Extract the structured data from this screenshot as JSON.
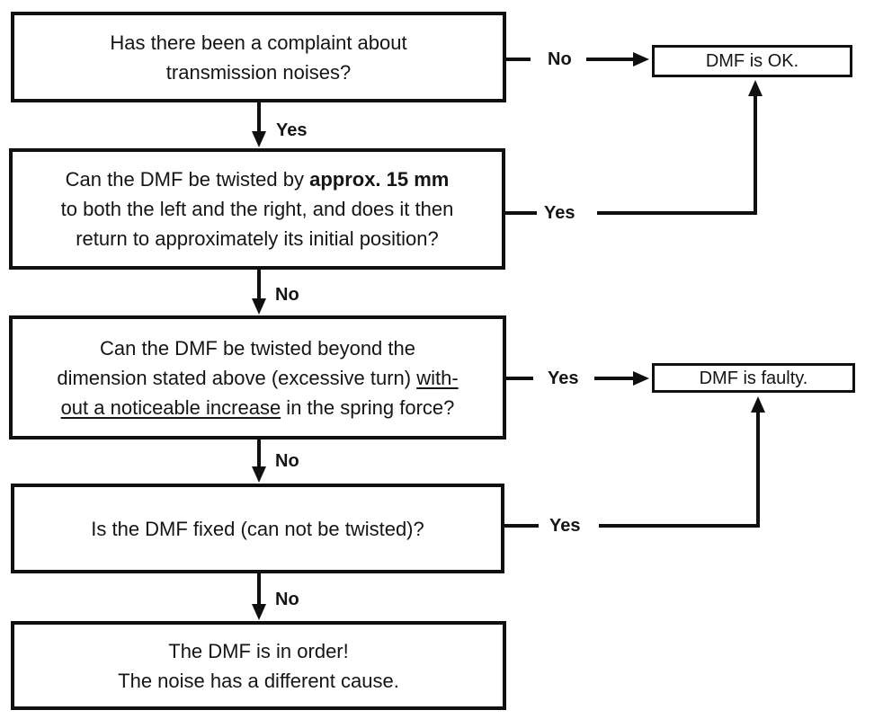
{
  "flowchart": {
    "boxes": {
      "q1": {
        "line1": "Has there been a complaint about",
        "line2": "transmission noises?"
      },
      "q2": {
        "line1_normal": "Can the DMF be twisted by ",
        "line1_bold": "approx. 15 mm",
        "line2": "to both the left and the right, and does it then",
        "line3": "return to approximately its initial position?"
      },
      "q3": {
        "line1": "Can the DMF be twisted beyond the",
        "line2_normal": "dimension stated above (excessive turn) ",
        "line2_underlined": "with-",
        "line3_underlined": "out a noticeable increase",
        "line3_normal": " in the spring force?"
      },
      "q4": {
        "line1": "Is the DMF fixed (can not be twisted)?"
      },
      "outcome_ok": {
        "line1": "DMF is OK."
      },
      "outcome_faulty": {
        "line1": "DMF is faulty."
      },
      "end": {
        "line1": "The DMF is in order!",
        "line2": "The noise has a different cause."
      }
    },
    "labels": {
      "yes": "Yes",
      "no": "No"
    },
    "colors": {
      "line": "#101010",
      "text": "#151515",
      "background": "#ffffff"
    }
  }
}
